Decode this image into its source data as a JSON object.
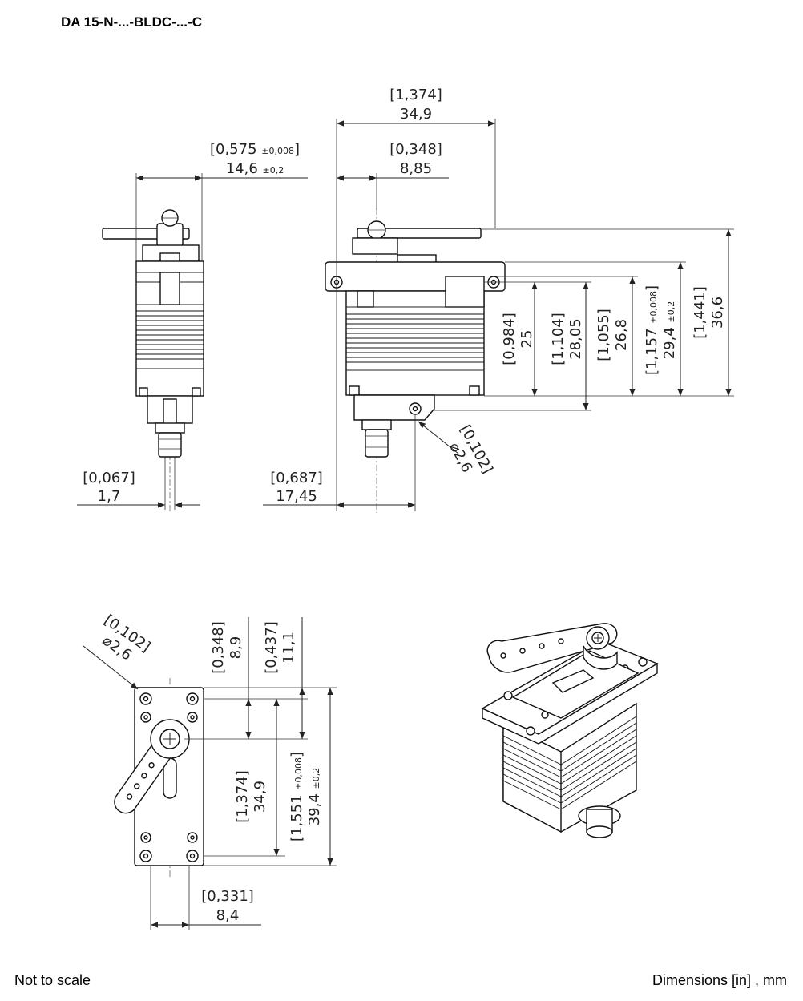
{
  "header": {
    "title": "DA 15-N-...-BLDC-...-C"
  },
  "footer": {
    "scale_note": "Not to scale",
    "units_note": "Dimensions [in] , mm"
  },
  "dims": {
    "width_total": {
      "inch": "1,374",
      "mm": "34,9"
    },
    "axis_offset_front": {
      "inch": "0,575",
      "mm": "14,6",
      "inch_tol": "±0,008",
      "mm_tol": "±0,2"
    },
    "axis_offset_side": {
      "inch": "0,348",
      "mm": "8,85"
    },
    "shaft_side_front": {
      "inch": "0,067",
      "mm": "1,7"
    },
    "mount_side": {
      "inch": "0,687",
      "mm": "17,45"
    },
    "hole_side": {
      "inch": "0,102",
      "mm": "⌀2,6"
    },
    "h_25": {
      "inch": "0,984",
      "mm": "25"
    },
    "h_28": {
      "inch": "1,104",
      "mm": "28,05"
    },
    "h_26": {
      "inch": "1,055",
      "mm": "26,8"
    },
    "h_29": {
      "inch": "1,157",
      "mm": "29,4",
      "inch_tol": "±0,008",
      "mm_tol": "±0,2"
    },
    "h_36": {
      "inch": "1,441",
      "mm": "36,6"
    },
    "hole_top": {
      "inch": "0,102",
      "mm": "⌀2,6"
    },
    "top_89": {
      "inch": "0,348",
      "mm": "8,9"
    },
    "top_111": {
      "inch": "0,437",
      "mm": "11,1"
    },
    "top_349": {
      "inch": "1,374",
      "mm": "34,9"
    },
    "top_394": {
      "inch": "1,551",
      "mm": "39,4",
      "inch_tol": "±0,008",
      "mm_tol": "±0,2"
    },
    "top_84": {
      "inch": "0,331",
      "mm": "8,4"
    }
  }
}
